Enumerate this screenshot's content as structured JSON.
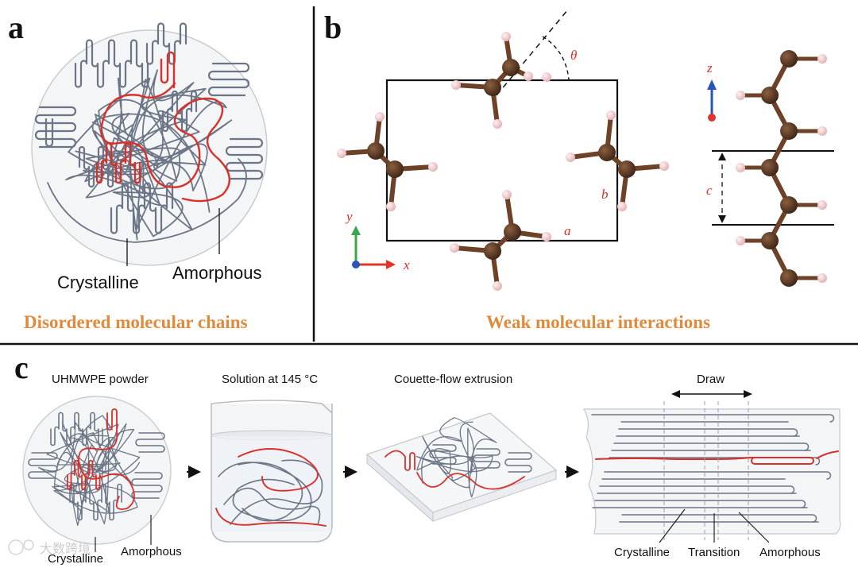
{
  "panels": {
    "a": {
      "letter": "a",
      "labels": {
        "crystalline": "Crystalline",
        "amorphous": "Amorphous"
      },
      "caption": "Disordered molecular chains"
    },
    "b": {
      "letter": "b",
      "angle_label": "θ",
      "lattice_labels": {
        "a": "a",
        "b": "b",
        "c": "c"
      },
      "axes": {
        "x": "x",
        "y": "y",
        "z": "z"
      },
      "caption": "Weak molecular interactions"
    },
    "c": {
      "letter": "c",
      "steps": [
        {
          "title": "UHMWPE powder"
        },
        {
          "title": "Solution at 145 °C"
        },
        {
          "title": "Couette-flow extrusion"
        },
        {
          "title": "Draw"
        }
      ],
      "labels": {
        "powder_crystalline": "Crystalline",
        "powder_amorphous": "Amorphous",
        "drawn_crystalline": "Crystalline",
        "drawn_transition": "Transition",
        "drawn_amorphous": "Amorphous"
      }
    }
  },
  "watermark": "大数跨境",
  "colors": {
    "chain_gray": "#6b7585",
    "chain_red": "#d9302b",
    "carbon": "#5a3722",
    "hydrogen": "#f1c9cb",
    "bond": "#6e4228",
    "caption_orange": "#e08a3c",
    "axis_x": "#e0352b",
    "axis_y": "#3aa84a",
    "axis_z": "#2a55b8"
  }
}
